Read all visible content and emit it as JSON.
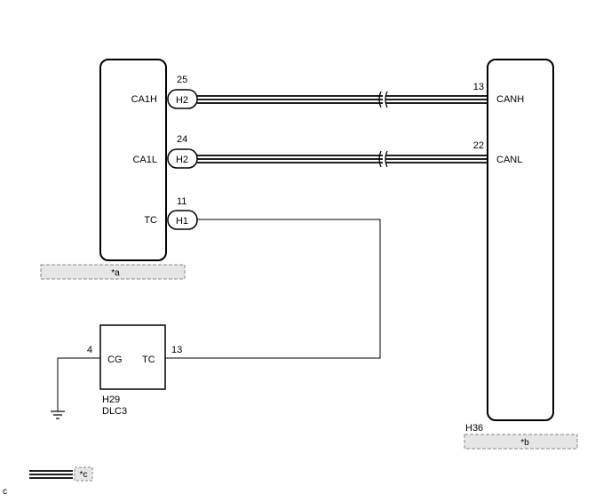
{
  "left_ecu": {
    "pins": [
      {
        "label": "CA1H",
        "connector": "H2",
        "number": "25"
      },
      {
        "label": "CA1L",
        "connector": "H2",
        "number": "24"
      },
      {
        "label": "TC",
        "connector": "H1",
        "number": "11"
      }
    ],
    "tag": "*a"
  },
  "right_ecu": {
    "pins": [
      {
        "label": "CANH",
        "number": "13"
      },
      {
        "label": "CANL",
        "number": "22"
      }
    ],
    "connector": "H36",
    "tag": "*b"
  },
  "dlc3": {
    "pin_cg": {
      "label": "CG",
      "number": "4"
    },
    "pin_tc": {
      "label": "TC",
      "number": "13"
    },
    "connector": "H29",
    "name": "DLC3"
  },
  "legend": {
    "tag": "*c",
    "corner_letter": "c"
  }
}
